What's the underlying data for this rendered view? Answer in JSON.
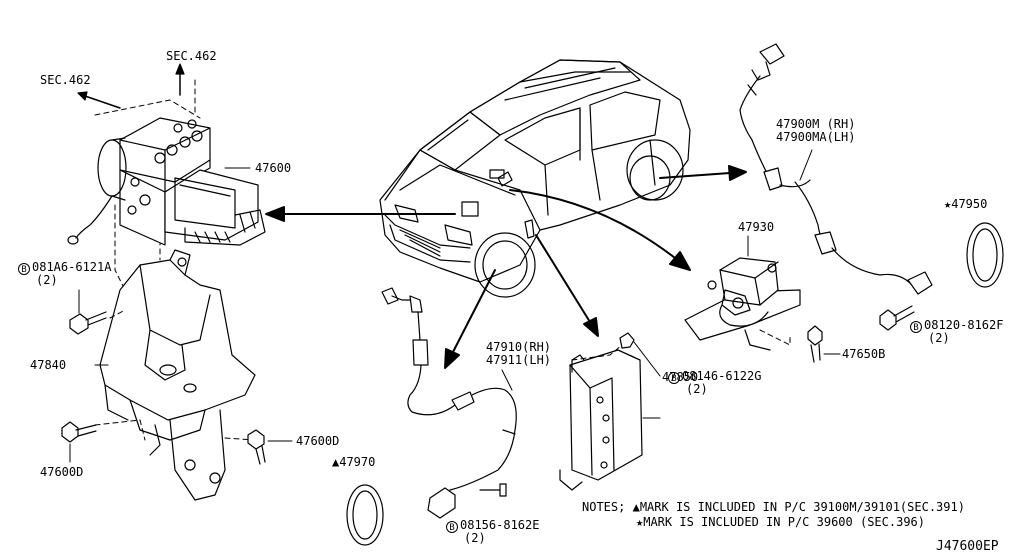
{
  "sections": {
    "sec_top": "SEC.462",
    "sec_left": "SEC.462"
  },
  "parts": {
    "p47600": "47600",
    "p47840": "47840",
    "p47600d_left": "47600D",
    "p47600d_right": "47600D",
    "p47910": "47910(RH)",
    "p47911": "47911(LH)",
    "p47970": "47970",
    "p47930": "47930",
    "p47850": "47850",
    "p47650b": "47650B",
    "p47900m": "47900M (RH)",
    "p47900ma": "47900MA(LH)",
    "p47950": "47950"
  },
  "bolts": {
    "b1_code": "081A6-6121A",
    "b1_qty": "(2)",
    "b2_code": "08146-6122G",
    "b2_qty": "(2)",
    "b3_code": "08156-8162E",
    "b3_qty": "(2)",
    "b4_code": "08120-8162F",
    "b4_qty": "(2)",
    "bolt_mark": "B"
  },
  "marks": {
    "triangle": "▲",
    "star": "★"
  },
  "notes": {
    "prefix": "NOTES;",
    "line1": "MARK IS INCLUDED IN P/C 39100M/39101(SEC.391)",
    "line2": "MARK IS INCLUDED IN P/C 39600 (SEC.396)"
  },
  "diagram_id": "J47600EP"
}
